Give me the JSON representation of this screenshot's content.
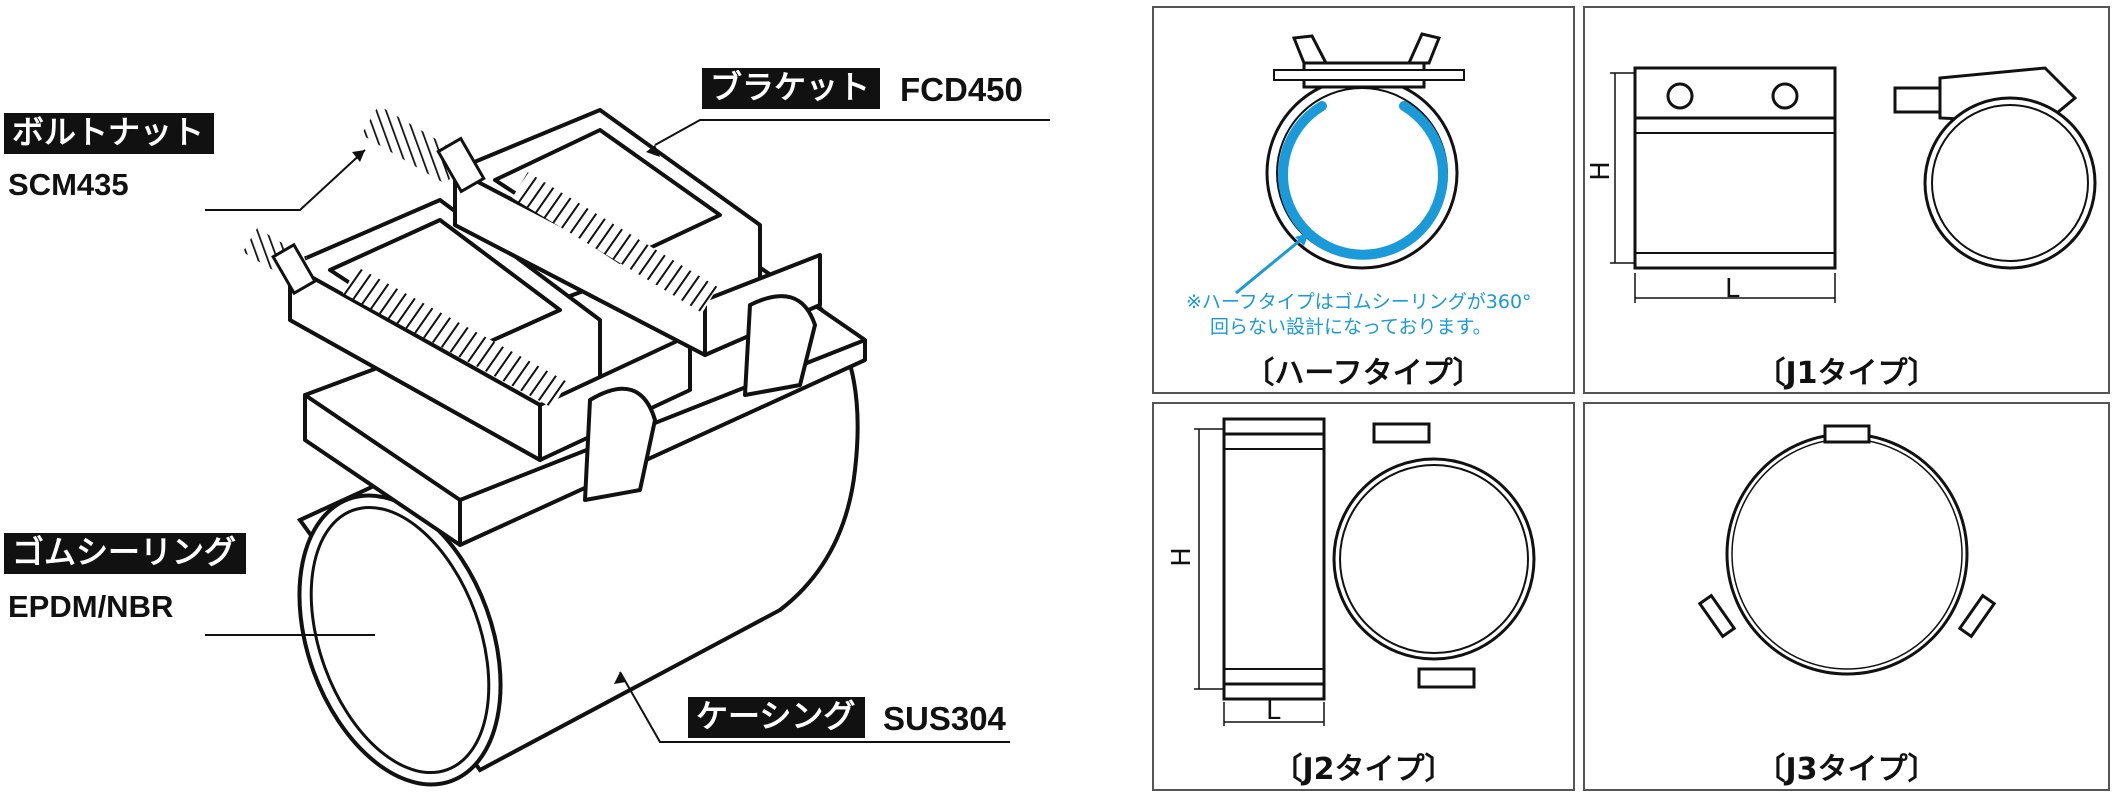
{
  "main": {
    "labels": {
      "bolt_nut": {
        "name": "ボルトナット",
        "material": "SCM435"
      },
      "bracket": {
        "name": "ブラケット",
        "material": "FCD450"
      },
      "rubber_seal": {
        "name": "ゴムシーリング",
        "material": "EPDM/NBR"
      },
      "casing": {
        "name": "ケーシング",
        "material": "SUS304"
      }
    }
  },
  "panels": {
    "half": {
      "caption": "〔ハーフタイプ〕",
      "note_line1": "※ハーフタイプはゴムシーリングが360°",
      "note_line2": "回らない設計になっております。"
    },
    "j1": {
      "caption": "〔J1タイプ〕",
      "dim_h": "H",
      "dim_l": "L"
    },
    "j2": {
      "caption": "〔J2タイプ〕",
      "dim_h": "H",
      "dim_l": "L"
    },
    "j3": {
      "caption": "〔J3タイプ〕"
    }
  },
  "colors": {
    "ink": "#111111",
    "accent": "#1a9ad8",
    "border": "#555555"
  }
}
